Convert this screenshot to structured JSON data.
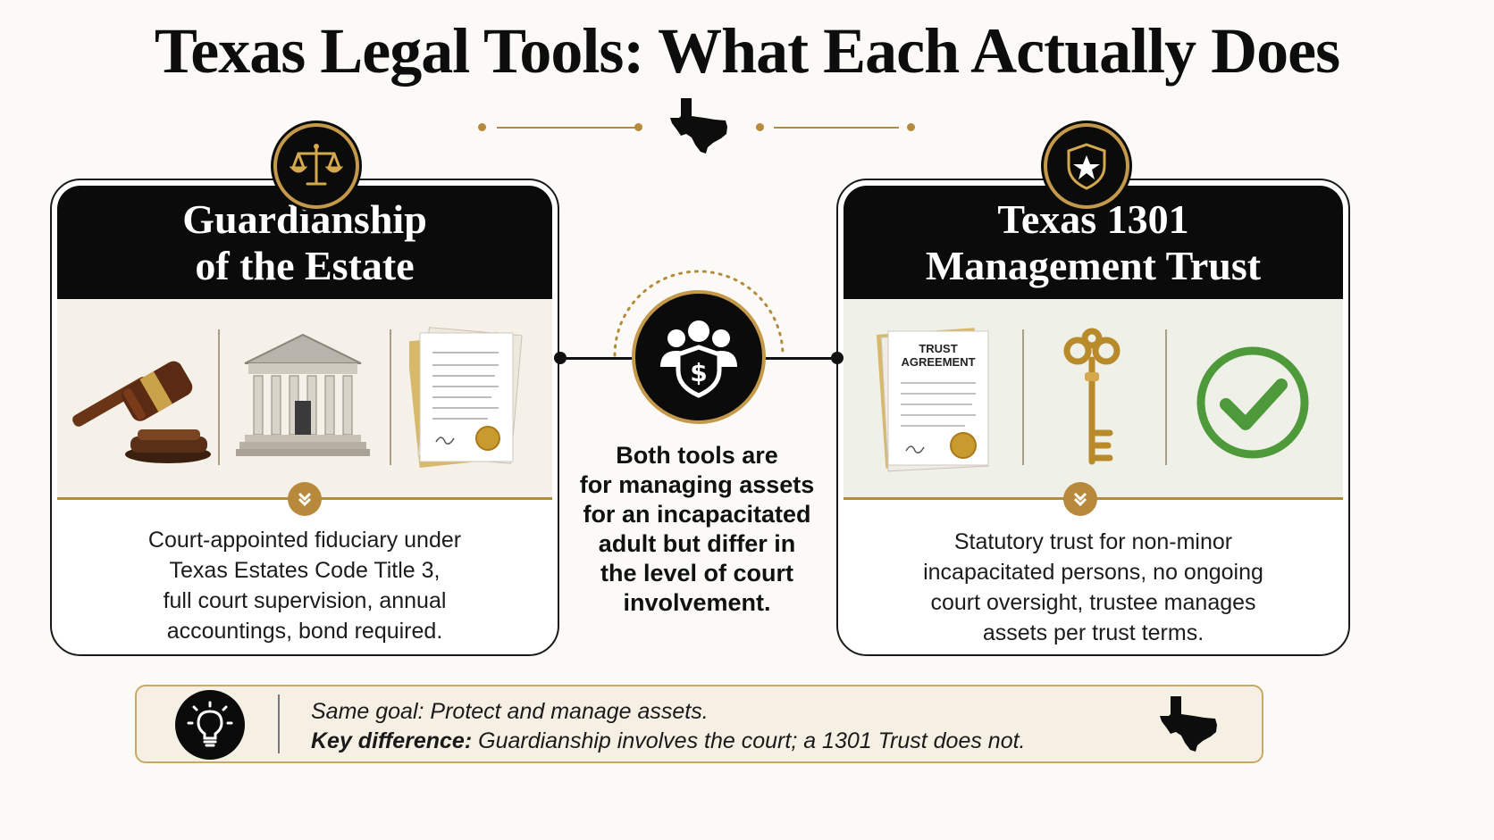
{
  "title": "Texas Legal Tools: What Each Actually Does",
  "left_card": {
    "title_line1": "Guardianship",
    "title_line2": "of the Estate",
    "emblem_icon": "scales-of-justice-icon",
    "images": [
      "gavel-icon",
      "courthouse-icon",
      "legal-document-with-seal-icon"
    ],
    "description": [
      "Court-appointed fiduciary under",
      "Texas Estates Code Title 3,",
      "full court supervision, annual",
      "accountings, bond required."
    ]
  },
  "right_card": {
    "title_line1": "Texas 1301",
    "title_line2": "Management Trust",
    "emblem_icon": "shield-star-icon",
    "images": [
      "trust-agreement-document-icon",
      "golden-key-icon",
      "green-checkmark-icon"
    ],
    "doc_label_line1": "TRUST",
    "doc_label_line2": "AGREEMENT",
    "description": [
      "Statutory trust for non-minor",
      "incapacitated persons, no ongoing",
      "court oversight, trustee manages",
      "assets per trust terms."
    ]
  },
  "center": {
    "icon": "people-shield-dollar-icon",
    "text": [
      "Both tools are",
      "for managing assets",
      "for an incapacitated",
      "adult but differ in",
      "the level of court",
      "involvement."
    ]
  },
  "bottom": {
    "icon": "lightbulb-icon",
    "line1": "Same goal: Protect and manage assets.",
    "line2_label": "Key difference:",
    "line2_text": " Guardianship involves the court; a 1301 Trust does not.",
    "map_icon": "texas-map-icon"
  },
  "colors": {
    "gold": "#b58a3c",
    "black": "#0b0b0b",
    "check_green": "#4e9a3a",
    "panel_left": "#f5f0e8",
    "panel_right": "#eff0e8",
    "bottom_bg": "#f6f0e4"
  }
}
